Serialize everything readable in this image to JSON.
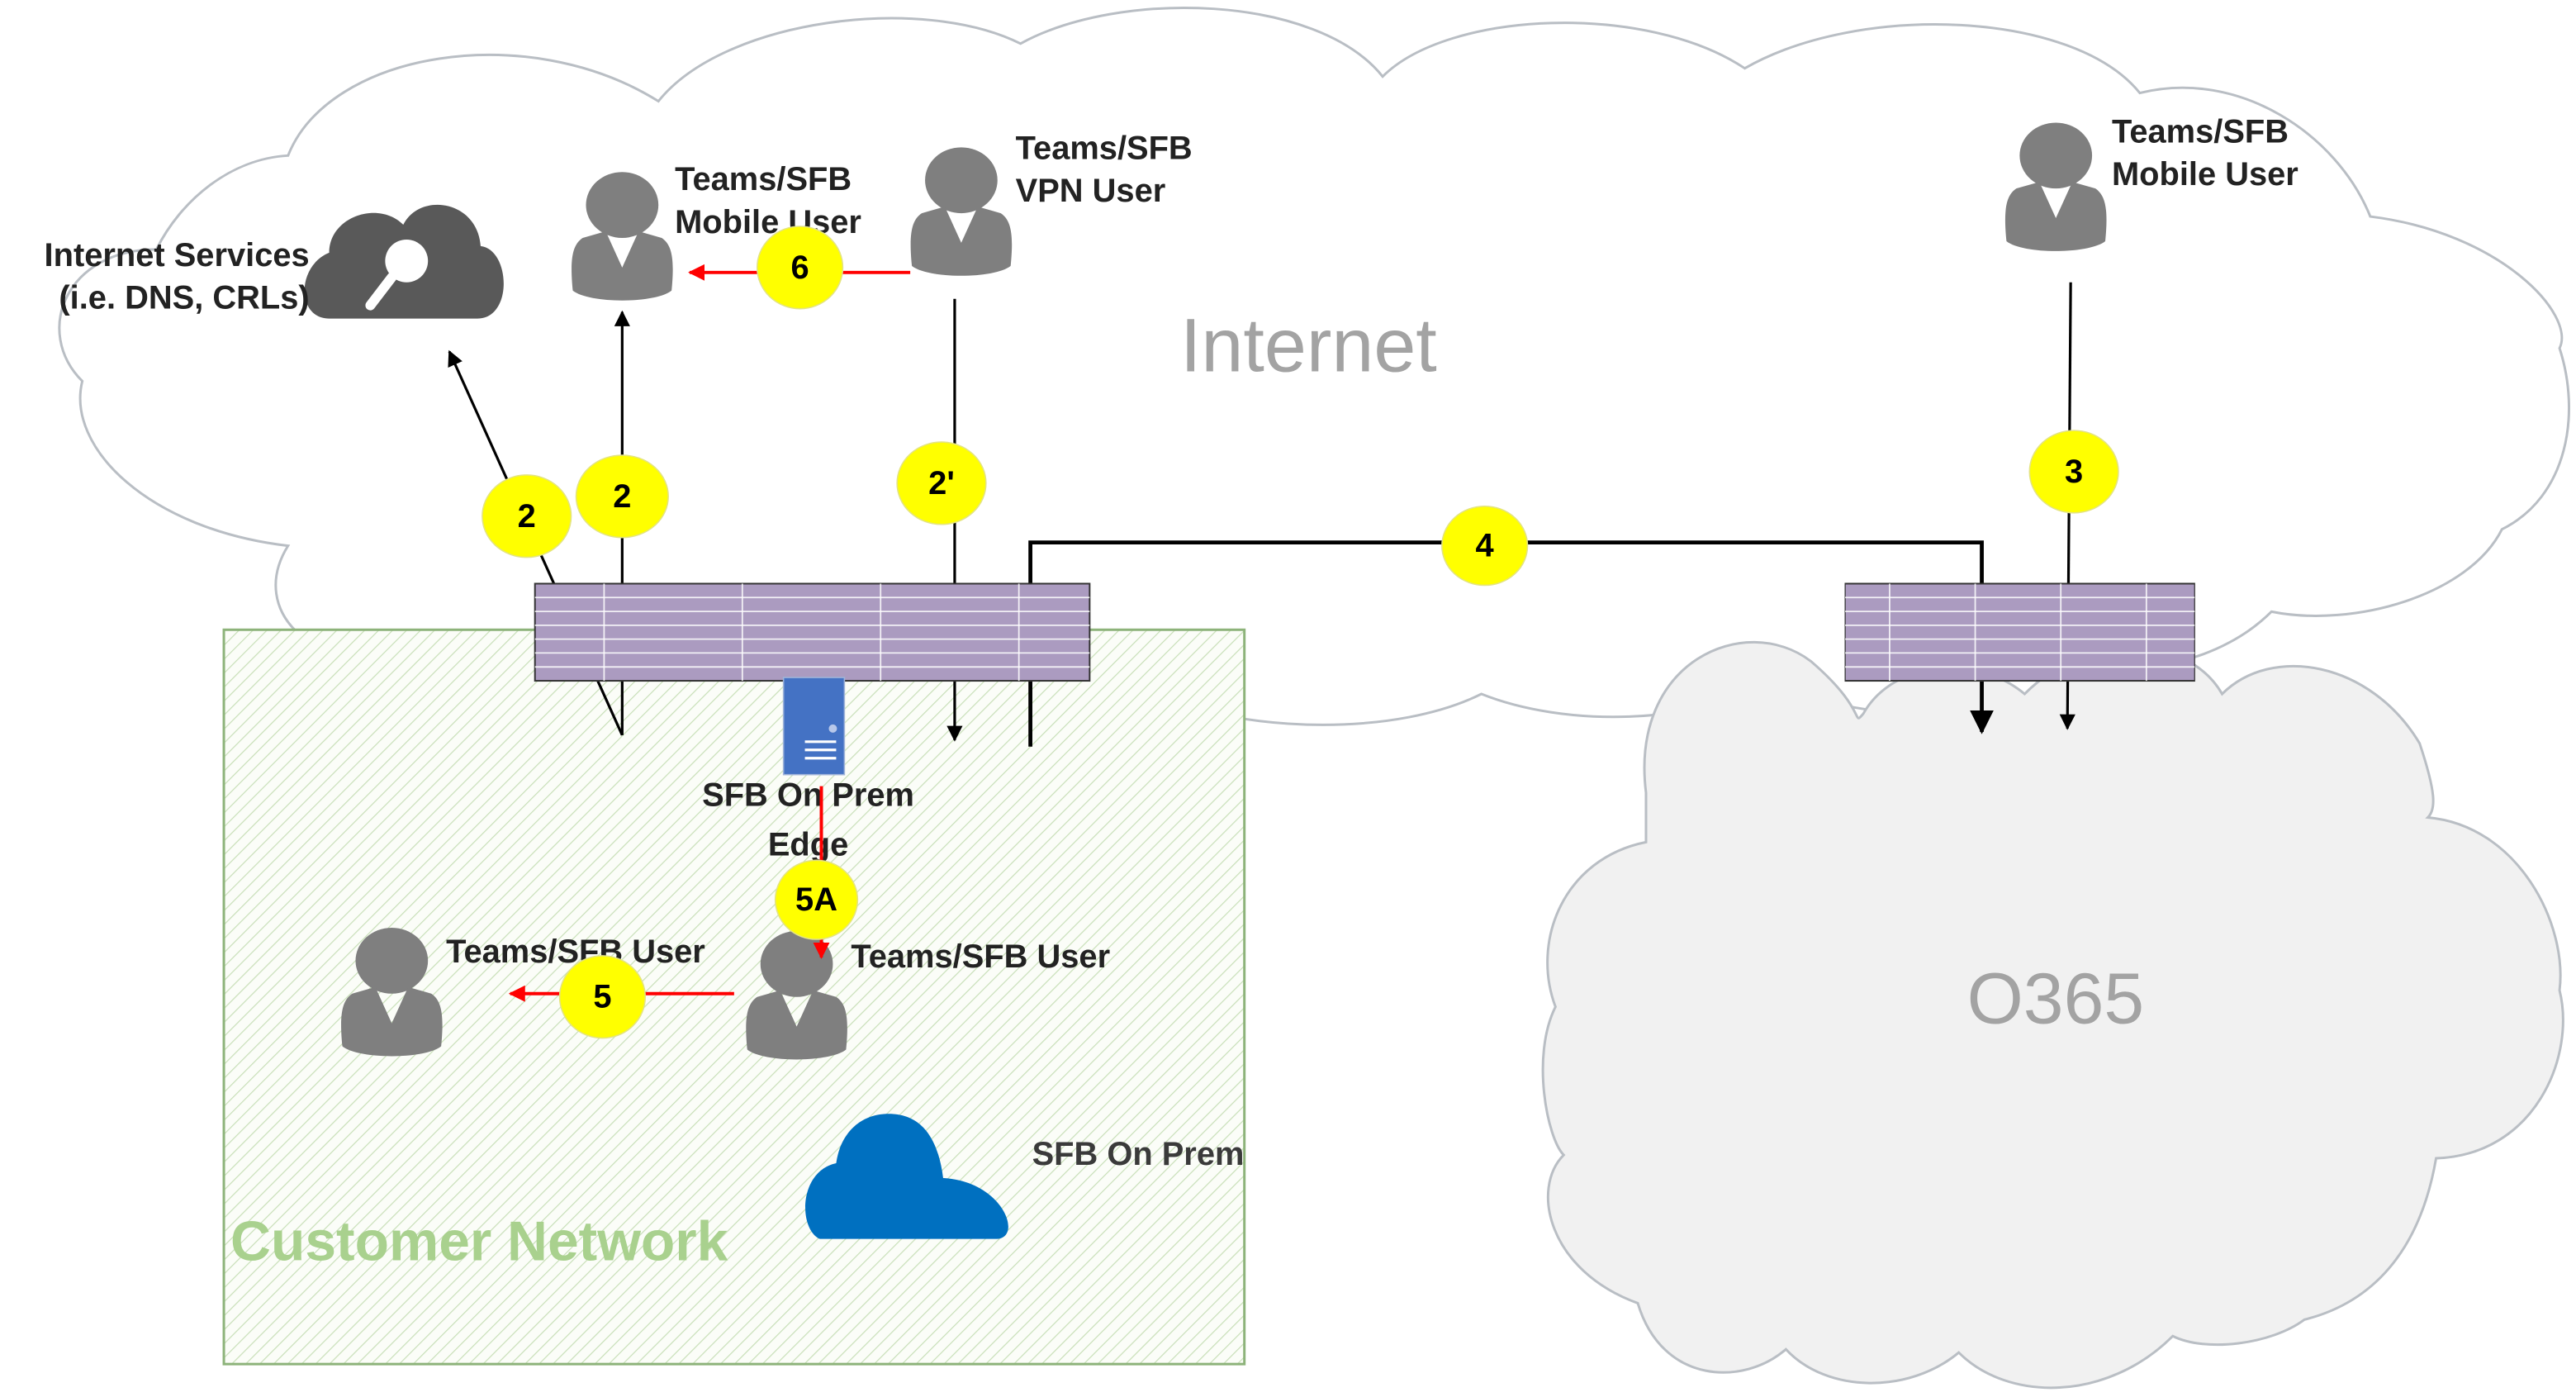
{
  "diagram": {
    "regions": {
      "internet": "Internet",
      "o365": "O365",
      "customer_network": "Customer Network"
    },
    "nodes": {
      "internet_services_line1": "Internet Services",
      "internet_services_line2": "(i.e. DNS, CRLs)",
      "mobile_user_left_line1": "Teams/SFB",
      "mobile_user_left_line2": "Mobile User",
      "vpn_user_line1": "Teams/SFB",
      "vpn_user_line2": "VPN User",
      "mobile_user_right_line1": "Teams/SFB",
      "mobile_user_right_line2": "Mobile User",
      "edge_line1": "SFB On Prem",
      "edge_line2": "Edge",
      "internal_user_left": "Teams/SFB User",
      "internal_user_right": "Teams/SFB User",
      "sfb_on_prem": "SFB On Prem"
    },
    "flow_badges": {
      "b2_diag": "2",
      "b2_vert": "2",
      "b2_prime": "2'",
      "b3": "3",
      "b4": "4",
      "b5": "5",
      "b5a": "5A",
      "b6": "6"
    },
    "colors": {
      "badge": "#ffff00",
      "firewall": "#ab9bc0",
      "red_flow": "#ff0000",
      "server": "#4472c4",
      "sfb_cloud": "#0070c0",
      "customer_border": "#8db37a",
      "o365_fill": "#f1f1f1",
      "user_icon": "#7f7f7f",
      "services_icon": "#595959"
    }
  }
}
